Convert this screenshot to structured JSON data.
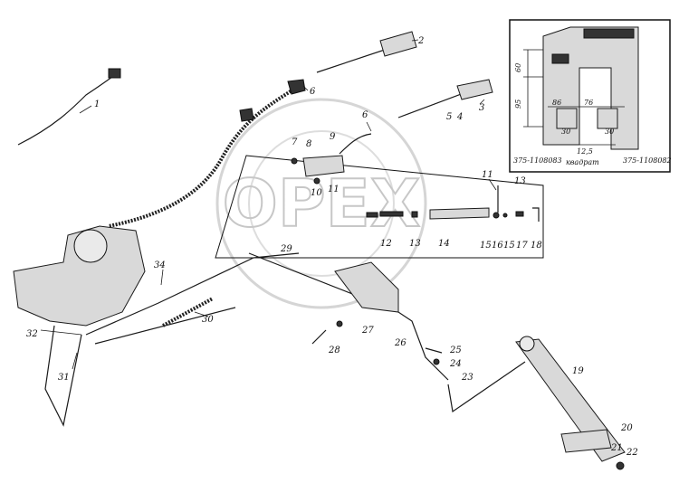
{
  "watermark": {
    "text": "OPEX"
  },
  "inset": {
    "dim_60": "60",
    "dim_95": "95",
    "dim_86": "86",
    "dim_76": "76",
    "dim_30a": "30",
    "dim_30b": "30",
    "dim_12_5": "12,5",
    "dim_kvadrat": "квадрат",
    "part_left": "375-1108083",
    "part_right": "375-1108082"
  },
  "labels": {
    "l1": "1",
    "l2": "2",
    "l3": "3",
    "l4": "4",
    "l5": "5",
    "l6": "6",
    "l7": "7",
    "l8": "8",
    "l9": "9",
    "l10": "10",
    "l11": "11",
    "l12": "12",
    "l13": "13",
    "l14": "14",
    "l15": "15",
    "l16": "16",
    "l17": "17",
    "l18": "18",
    "l19": "19",
    "l20": "20",
    "l21": "21",
    "l22": "22",
    "l23": "23",
    "l24": "24",
    "l25": "25",
    "l26": "26",
    "l27": "27",
    "l28": "28",
    "l29": "29",
    "l30": "30",
    "l31": "31",
    "l32": "32",
    "l34": "34"
  }
}
